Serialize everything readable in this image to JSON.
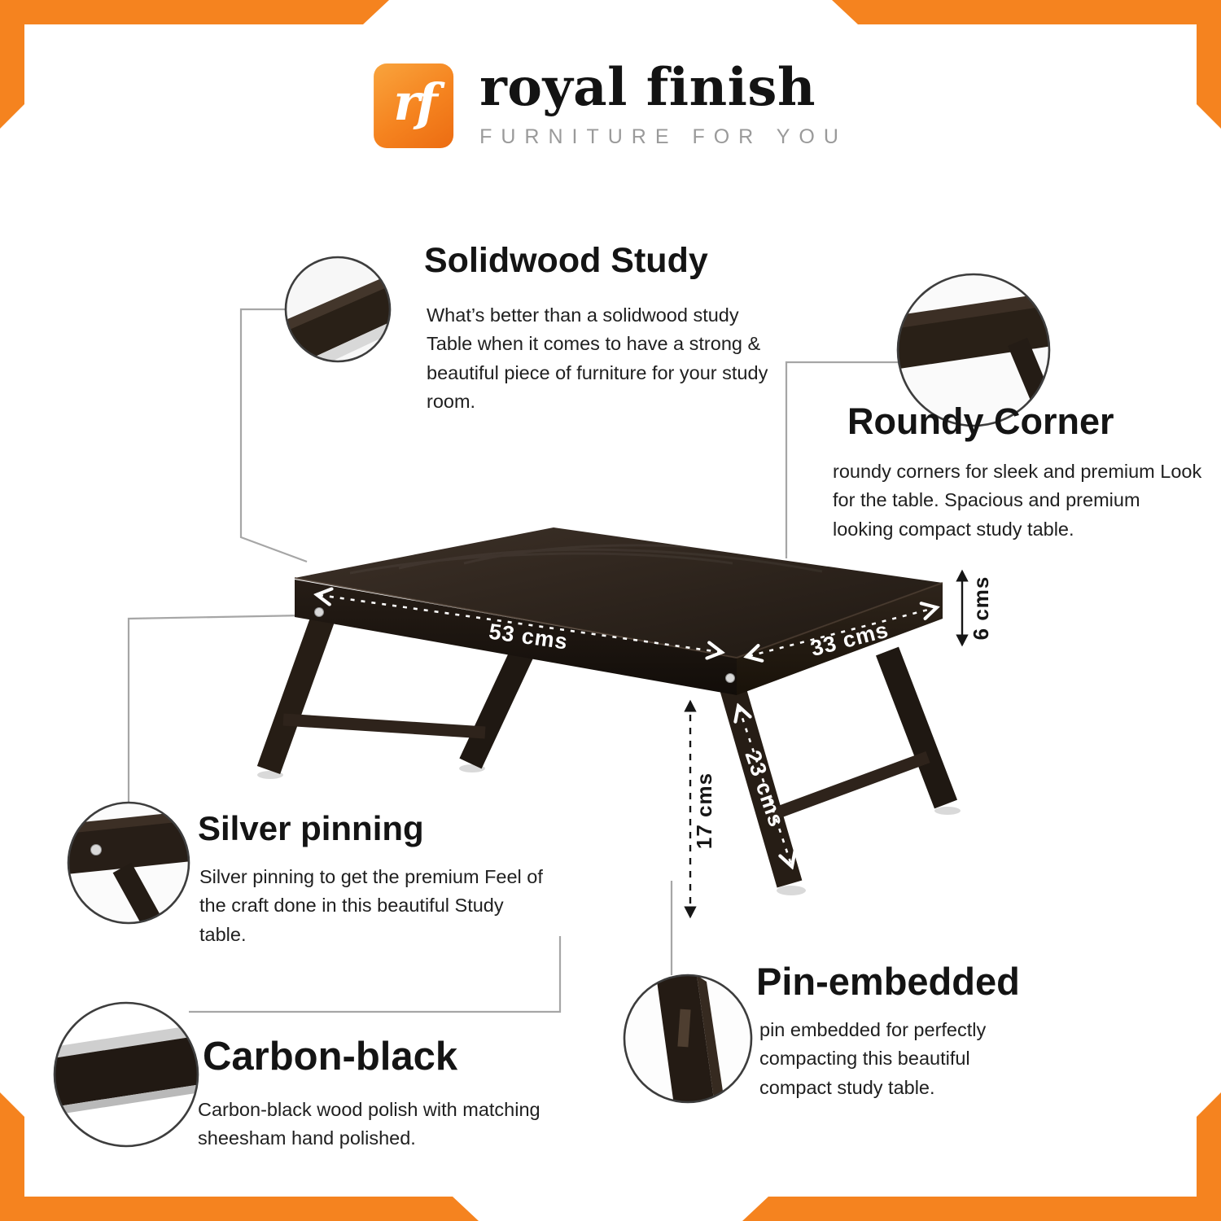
{
  "theme": {
    "accent": "#f5831f",
    "text": "#1b1b1b",
    "muted": "#9a9a9a",
    "wood": "#241c15"
  },
  "logo": {
    "icon_text": "rf",
    "brand": "royal finish",
    "tagline": "FURNITURE FOR YOU"
  },
  "callouts": [
    {
      "id": "solidwood",
      "title": "Solidwood Study",
      "body": "What’s better than a solidwood study Table when it comes to have a strong & beautiful piece of furniture for your study room."
    },
    {
      "id": "roundy",
      "title": "Roundy Corner",
      "body": "roundy corners for sleek and premium Look for the table. Spacious and premium looking compact study table."
    },
    {
      "id": "silver",
      "title": "Silver pinning",
      "body": "Silver pinning to get the premium Feel of the craft done in this beautiful Study table."
    },
    {
      "id": "carbon",
      "title": "Carbon-black",
      "body": "Carbon-black wood polish with matching sheesham hand polished."
    },
    {
      "id": "pin",
      "title": "Pin-embedded",
      "body": "pin embedded for perfectly compacting this beautiful compact study table."
    }
  ],
  "dimensions": {
    "length": "53 cms",
    "depth": "33 cms",
    "top_thickness": "6 cms",
    "leg_length": "23 cms",
    "height": "17 cms"
  }
}
